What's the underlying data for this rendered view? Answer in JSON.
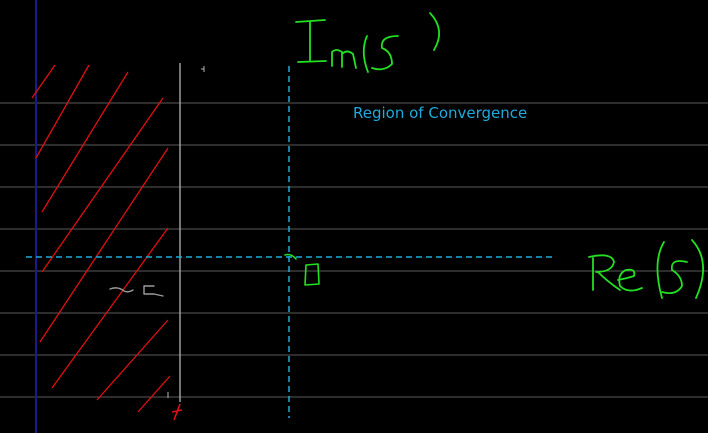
{
  "title": "",
  "annotations": {
    "region_label": "Region of Convergence",
    "imag_axis_label": "Im(s)",
    "real_axis_label": "Re(s)",
    "origin_label": "0",
    "boundary_label": "-a"
  },
  "colors": {
    "background": "#000000",
    "ruled_lines": "#5a5a5a",
    "margin_line": "#1a1a8a",
    "axis_dashed": "#1eaadc",
    "boundary": "#b4b4b4",
    "hatch": "#e01010",
    "handwriting_green": "#22e022",
    "handwriting_gray": "#9a9a9a"
  }
}
